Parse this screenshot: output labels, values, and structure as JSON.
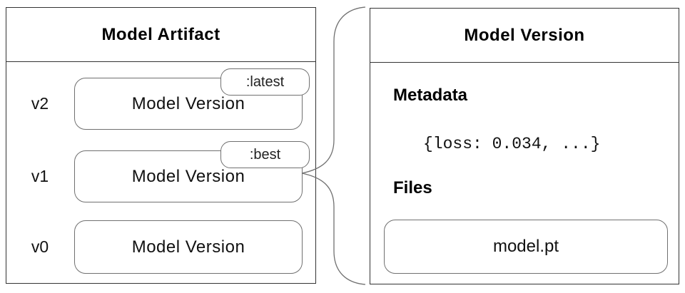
{
  "artifact_panel": {
    "title": "Model Artifact",
    "versions": [
      {
        "label": "v2",
        "name": "Model Version",
        "alias": ":latest"
      },
      {
        "label": "v1",
        "name": "Model Version",
        "alias": ":best"
      },
      {
        "label": "v0",
        "name": "Model Version",
        "alias": ""
      }
    ]
  },
  "version_panel": {
    "title": "Model Version",
    "metadata_heading": "Metadata",
    "metadata_value": "{loss: 0.034, ...}",
    "files_heading": "Files",
    "files": [
      "model.pt"
    ]
  },
  "connector": {
    "from": "v1 Model Version",
    "to": "Model Version panel",
    "shape": "curly-brace"
  },
  "colors": {
    "frame_border": "#333333",
    "node_border": "#707070",
    "ink": "#000000",
    "background": "#ffffff"
  }
}
